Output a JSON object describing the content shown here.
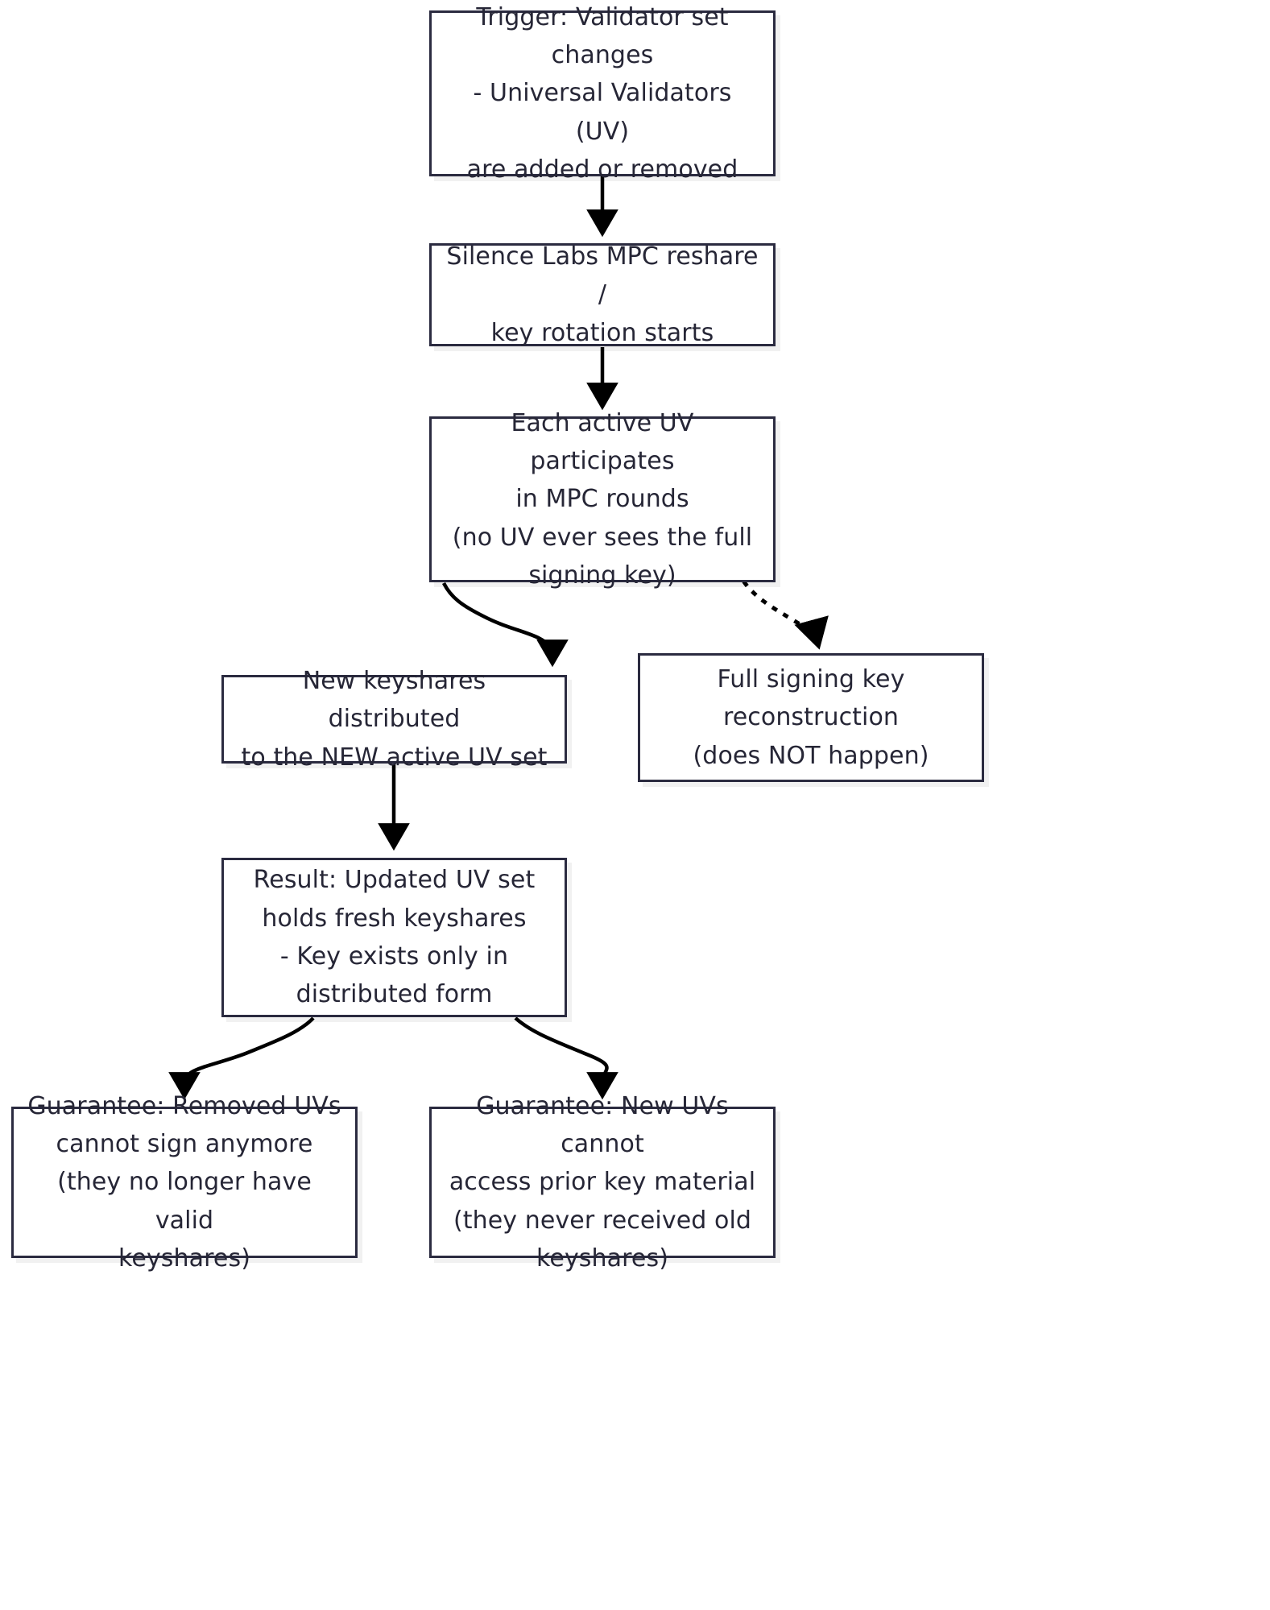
{
  "diagram": {
    "title": "MPC reshare / key rotation flow",
    "type": "flowchart",
    "direction": "top-down",
    "colors": {
      "node_border": "#2b2b40",
      "node_fill": "#ffffff",
      "text": "#262636",
      "edge_solid": "#000000",
      "edge_dotted": "#000000",
      "canvas_background": "#ffffff"
    },
    "nodes": [
      {
        "id": "trigger",
        "label": "Trigger: Validator set\nchanges\n- Universal Validators (UV)\nare added or removed"
      },
      {
        "id": "reshare_start",
        "label": "Silence Labs MPC reshare /\nkey rotation starts"
      },
      {
        "id": "mpc_rounds",
        "label": "Each active UV participates\nin MPC rounds\n(no UV ever sees the full\nsigning key)"
      },
      {
        "id": "new_keyshares",
        "label": "New keyshares distributed\nto the NEW active UV set"
      },
      {
        "id": "no_reconstruct",
        "label": "Full signing key\nreconstruction\n(does NOT happen)"
      },
      {
        "id": "result",
        "label": "Result: Updated UV set\nholds fresh keyshares\n- Key exists only in\ndistributed form"
      },
      {
        "id": "guarantee_removed",
        "label": "Guarantee: Removed UVs\ncannot sign anymore\n(they no longer have valid\nkeyshares)"
      },
      {
        "id": "guarantee_new",
        "label": "Guarantee: New UVs cannot\naccess prior key material\n(they never received old\nkeyshares)"
      }
    ],
    "edges": [
      {
        "id": "e1",
        "from": "trigger",
        "to": "reshare_start",
        "style": "solid",
        "label": ""
      },
      {
        "id": "e2",
        "from": "reshare_start",
        "to": "mpc_rounds",
        "style": "solid",
        "label": ""
      },
      {
        "id": "e3",
        "from": "mpc_rounds",
        "to": "new_keyshares",
        "style": "solid",
        "label": ""
      },
      {
        "id": "e4",
        "from": "mpc_rounds",
        "to": "no_reconstruct",
        "style": "dotted",
        "label": ""
      },
      {
        "id": "e5",
        "from": "new_keyshares",
        "to": "result",
        "style": "solid",
        "label": ""
      },
      {
        "id": "e6",
        "from": "result",
        "to": "guarantee_removed",
        "style": "solid",
        "label": ""
      },
      {
        "id": "e7",
        "from": "result",
        "to": "guarantee_new",
        "style": "solid",
        "label": ""
      }
    ]
  }
}
